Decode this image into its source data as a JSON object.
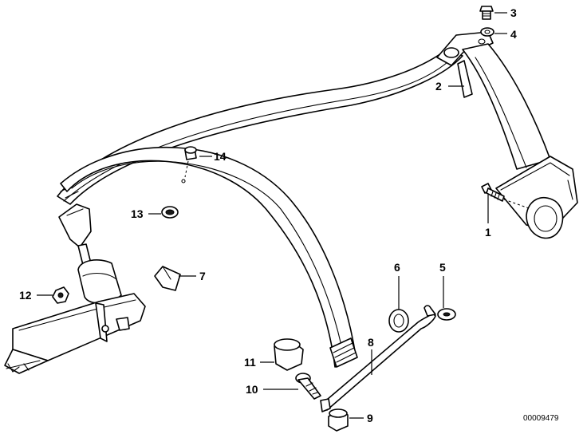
{
  "callouts": {
    "c1": "1",
    "c2": "2",
    "c3": "3",
    "c4": "4",
    "c5": "5",
    "c6": "6",
    "c7": "7",
    "c8": "8",
    "c9": "9",
    "c10": "10",
    "c11": "11",
    "c12": "12",
    "c13": "13",
    "c14": "14"
  },
  "diagram_ref": "00009479",
  "colors": {
    "line": "#000000",
    "background": "#ffffff"
  }
}
